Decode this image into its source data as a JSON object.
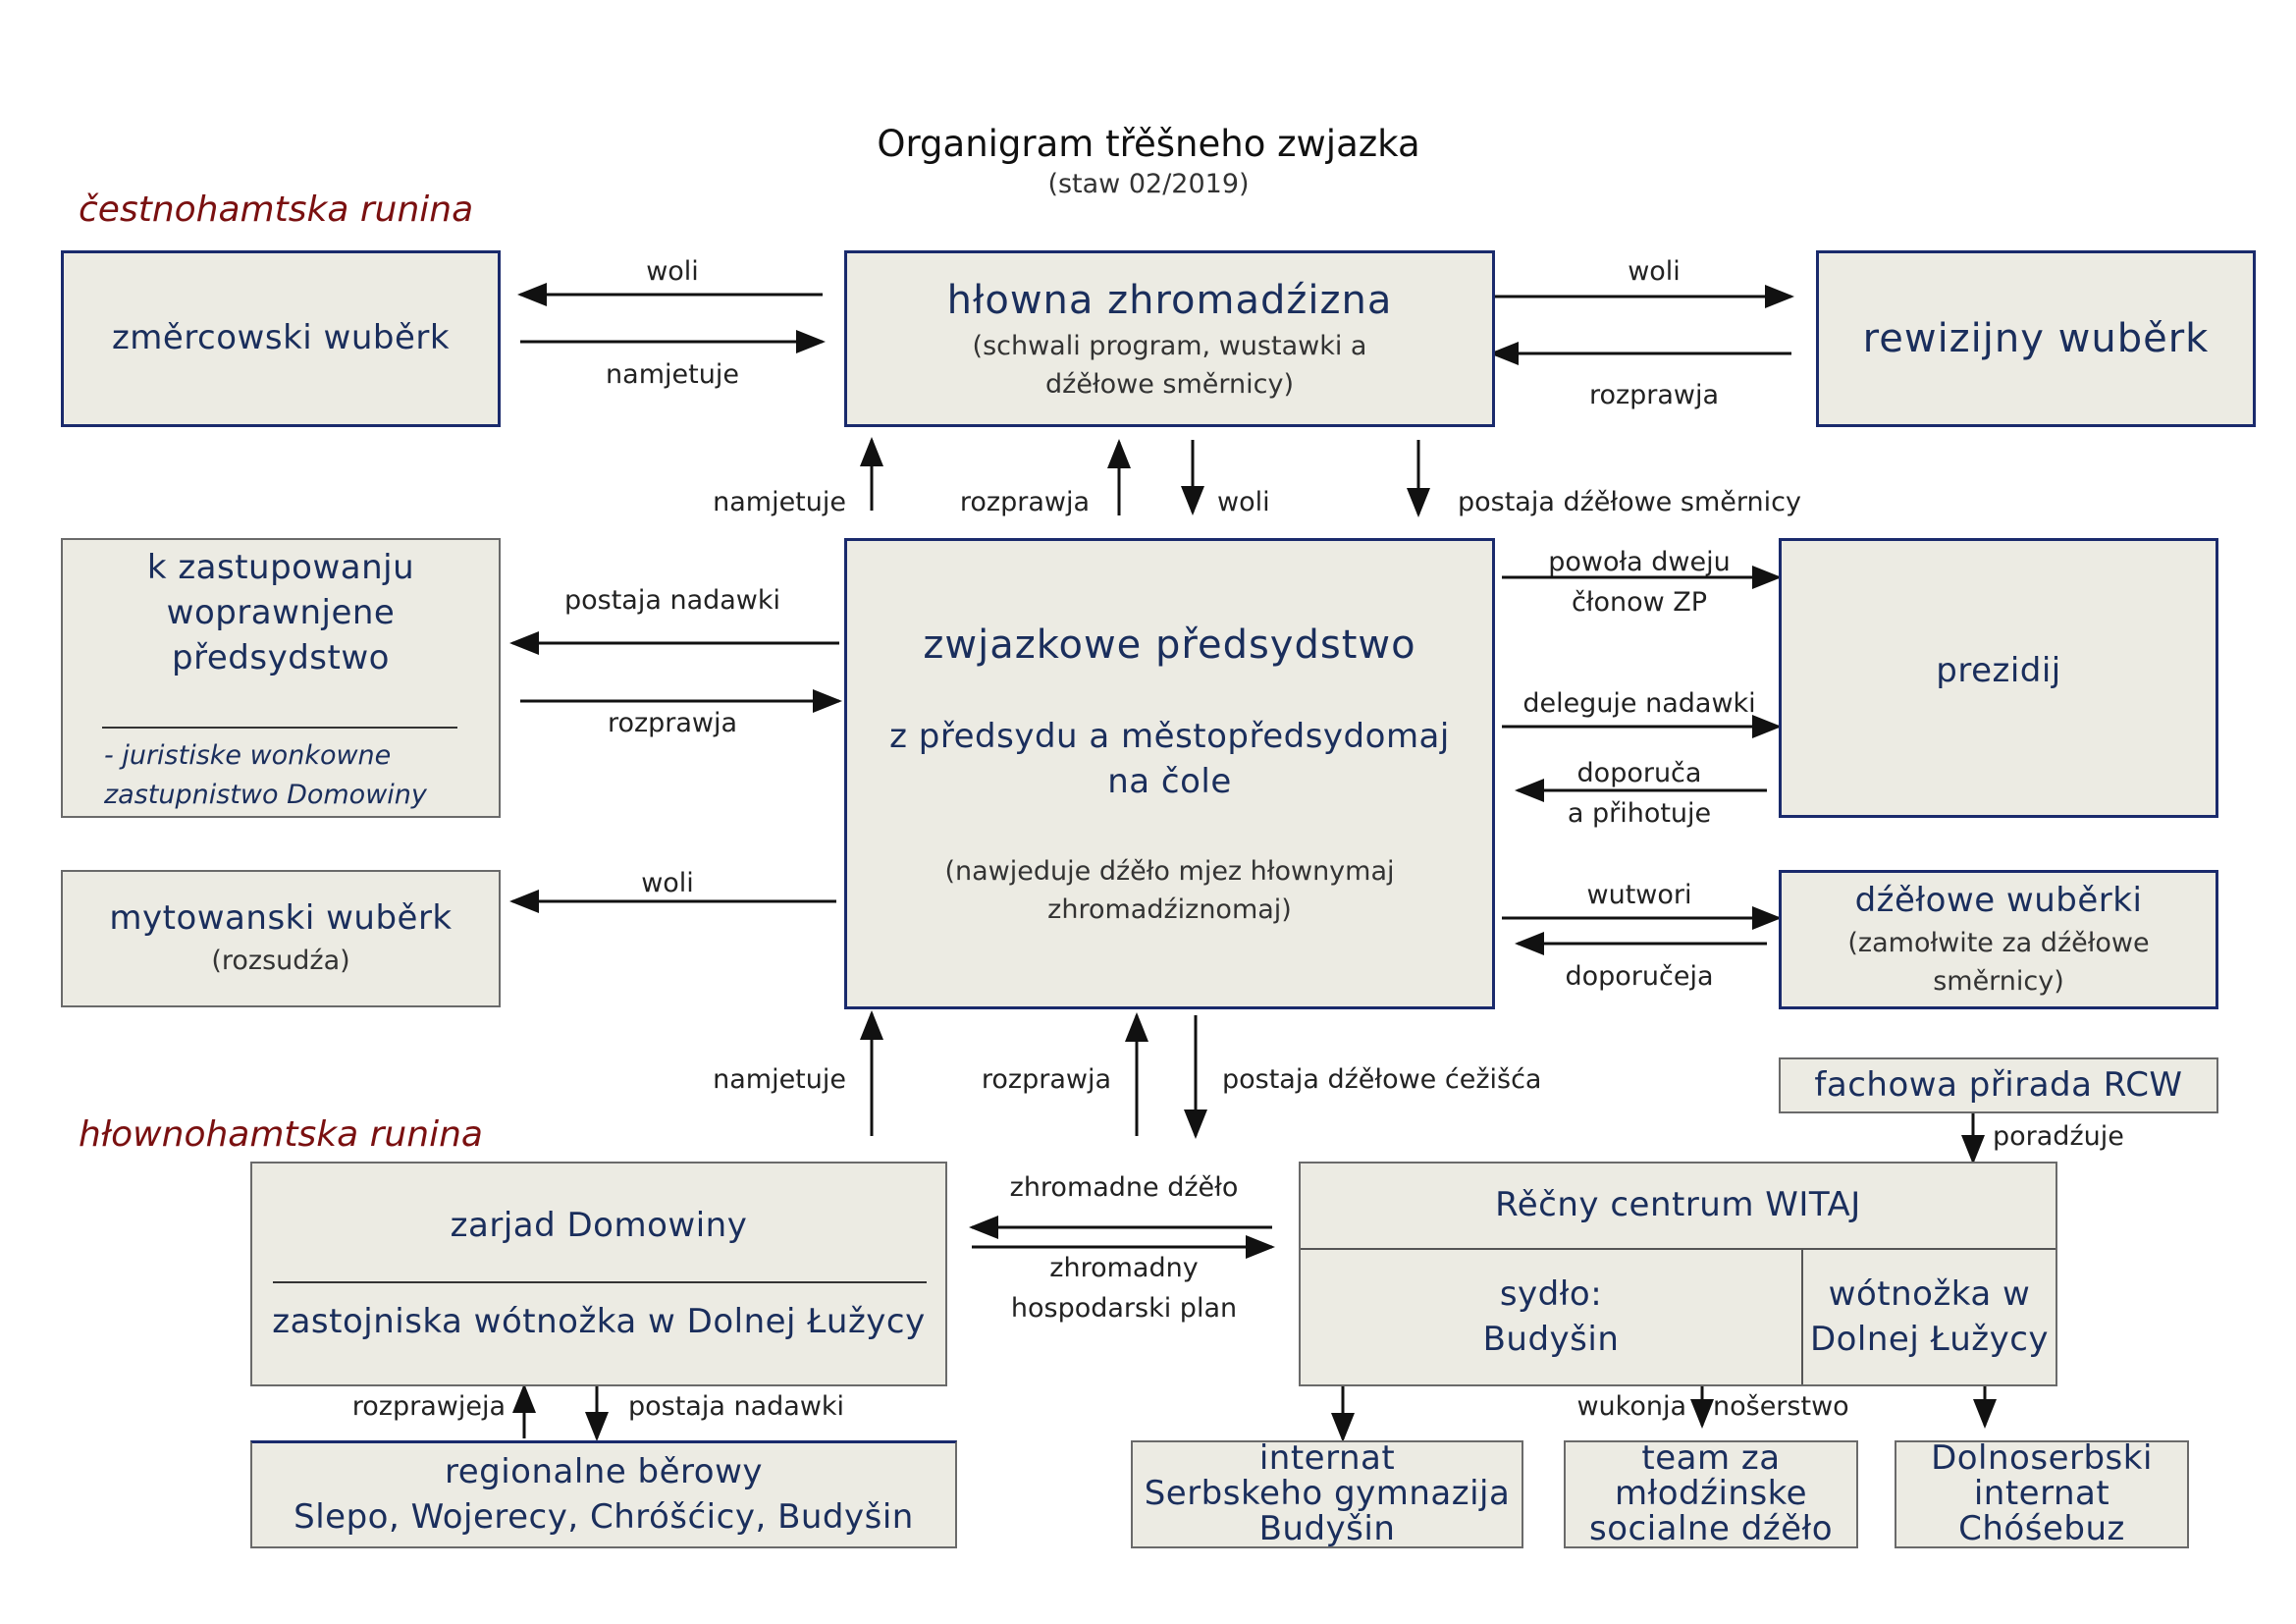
{
  "title": "Organigram třěšneho zwjazka",
  "subtitle": "(staw 02/2019)",
  "sections": {
    "honorary": "čestnohamtska runina",
    "main": "hłownohamtska runina"
  },
  "boxes": {
    "zmercowski": {
      "title": "změrcowski wuběrk"
    },
    "hlowna": {
      "title": "hłowna zhromadźizna",
      "desc_line1": "(schwali program, wustawki a",
      "desc_line2": "dźěłowe směrnicy)"
    },
    "rewizijny": {
      "title": "rewizijny wuběrk"
    },
    "zastupowanje": {
      "line1": "k zastupowanju",
      "line2": "woprawnjene",
      "line3": "předsydstwo",
      "note1": "- juristiske wonkowne",
      "note2": "zastupnistwo Domowiny"
    },
    "predsydstwo": {
      "title": "zwjazkowe předsydstwo",
      "sub1": "z předsydu a městopředsydomaj",
      "sub2": "na čole",
      "desc1": "(nawjeduje dźěło mjez hłownymaj",
      "desc2": "zhromadźiznomaj)"
    },
    "prezidij": {
      "title": "prezidij"
    },
    "mytowanski": {
      "title": "mytowanski wuběrk",
      "desc": "(rozsudźa)"
    },
    "dzelowe": {
      "title": "dźěłowe wuběrki",
      "desc1": "(zamołwite za dźěłowe",
      "desc2": "směrnicy)"
    },
    "rcw": {
      "title": "fachowa přirada RCW"
    },
    "zarjad": {
      "title": "zarjad Domowiny",
      "sub": "zastojniska wótnožka w Dolnej Łužycy"
    },
    "witaj": {
      "title": "Rěčny centrum WITAJ",
      "left1": "sydło:",
      "left2": "Budyšin",
      "right1": "wótnožka w",
      "right2": "Dolnej Łužycy"
    },
    "berowy": {
      "line1": "regionalne běrowy",
      "line2": "Slepo, Wojerecy, Chróšćicy, Budyšin"
    },
    "internat": {
      "line1": "internat",
      "line2": "Serbskeho gymnazija",
      "line3": "Budyšin"
    },
    "team": {
      "line1": "team za",
      "line2": "młodźinske",
      "line3": "socialne dźěło"
    },
    "dolnoserbski": {
      "line1": "Dolnoserbski",
      "line2": "internat",
      "line3": "Chóśebuz"
    }
  },
  "labels": {
    "woli_left": "woli",
    "namjetuje_left": "namjetuje",
    "woli_right": "woli",
    "rozprawja_right": "rozprawja",
    "namjetuje_up": "namjetuje",
    "rozprawja_up": "rozprawja",
    "woli_down": "woli",
    "postaja_smernicy": "postaja dźěłowe směrnicy",
    "postaja_nadawki": "postaja nadawki",
    "rozprawja_mid": "rozprawja",
    "powola_1": "powoła dweju",
    "powola_2": "čłonow ZP",
    "deleguje": "deleguje nadawki",
    "doporuca_1": "doporuča",
    "doporuca_2": "a přihotuje",
    "woli_myt": "woli",
    "wutwori": "wutwori",
    "doporuceja": "doporučeja",
    "namjetuje_low": "namjetuje",
    "rozprawja_low": "rozprawja",
    "postaja_cezisca": "postaja dźěłowe ćežišća",
    "poradzuje": "poradźuje",
    "zhromadne_dzelo": "zhromadne dźěło",
    "zhromadny_1": "zhromadny",
    "zhromadny_2": "hospodarski plan",
    "rozprawjeja": "rozprawjeja",
    "postaja_nadawki_low": "postaja nadawki",
    "wukonja": "wukonja",
    "noserstwo": "nošerstwo"
  }
}
